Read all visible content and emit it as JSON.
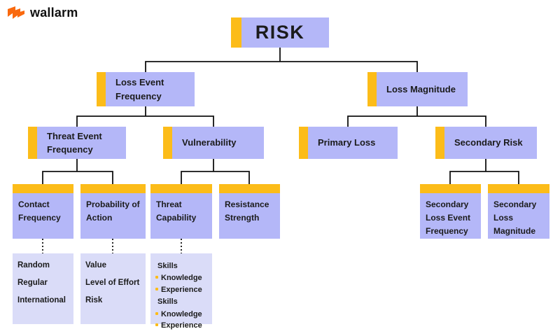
{
  "logo": {
    "text": "wallarm"
  },
  "colors": {
    "node_fill": "#b4b7f8",
    "accent": "#fcbc19",
    "leaf_fill": "#dadcf8",
    "line": "#101010",
    "logo_orange": "#f9690e"
  },
  "nodes": {
    "risk": "RISK",
    "loss_event_frequency": "Loss Event Frequency",
    "loss_magnitude": "Loss Magnitude",
    "threat_event_frequency": "Threat Event Frequency",
    "vulnerability": "Vulnerability",
    "primary_loss": "Primary Loss",
    "secondary_risk": "Secondary Risk",
    "contact_frequency": "Contact Frequency",
    "probability_of_action": "Probability of Action",
    "threat_capability": "Threat Capability",
    "resistance_strength": "Resistance Strength",
    "secondary_loss_event_frequency": "Secondary Loss Event Frequency",
    "secondary_loss_magnitude": "Secondary Loss Magnitude"
  },
  "leaves": {
    "contact_frequency": {
      "items": [
        "Random",
        "Regular",
        "International"
      ]
    },
    "probability_of_action": {
      "items": [
        "Value",
        "Level of Effort",
        "Risk"
      ]
    },
    "threat_capability": {
      "groups": [
        {
          "title": "Skills",
          "bullets": [
            "Knowledge",
            "Experience"
          ]
        },
        {
          "title": "Skills",
          "bullets": [
            "Knowledge",
            "Experience"
          ]
        }
      ]
    }
  }
}
